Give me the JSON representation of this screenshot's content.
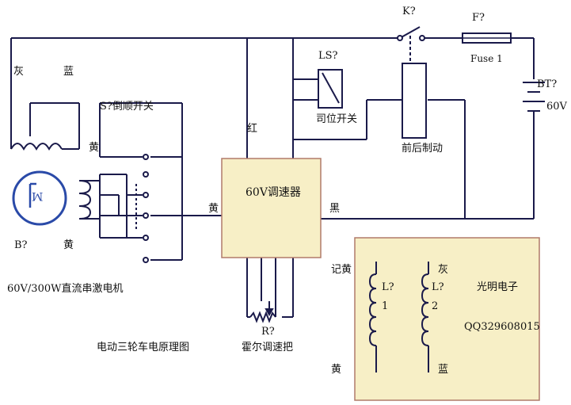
{
  "labels": {
    "wire_gray": "灰",
    "wire_blue": "蓝",
    "switch_ref": "K?",
    "fuse_ref": "F?",
    "fuse_name": "Fuse 1",
    "ls_ref": "LS?",
    "ls_name": "司位开关",
    "battery_ref": "BT?",
    "battery_voltage": "60V",
    "wire_red": "红",
    "reverse_switch": "S?倒顺开关",
    "wire_yellow_top": "黄",
    "brake": "前后制动",
    "controller": "60V调速器",
    "wire_yellow_mid": "黄",
    "wire_black": "黑",
    "motor_ref": "B?",
    "wire_yellow_bottom": "黄",
    "motor_desc": "60V/300W直流串激电机",
    "motor_symbol": "M",
    "pot_ref": "R?",
    "pot_name": "霍尔调速把",
    "title": "电动三轮车电原理图",
    "legend_yellow_top": "记黄",
    "legend_gray": "灰",
    "coil1_ref": "L?",
    "coil1_num": "1",
    "coil2_ref": "L?",
    "coil2_num": "2",
    "brand": "光明电子",
    "qq": "QQ329608015",
    "legend_yellow_bottom": "黄",
    "legend_blue": "蓝"
  },
  "colors": {
    "wire": "#1a1a4a",
    "controller_fill": "#f7efc6",
    "controller_border": "#b07a6a",
    "legend_fill": "#f7efc6",
    "legend_border": "#b07a6a",
    "motor_blue": "#2a4aa8"
  }
}
